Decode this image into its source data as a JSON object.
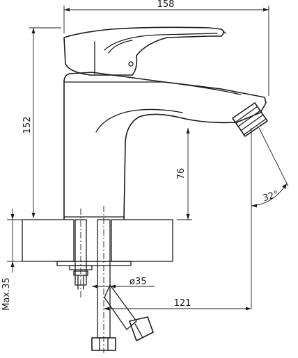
{
  "dimensions": {
    "overall_length": "158",
    "overall_height": "152",
    "spout_height": "76",
    "spout_angle": "32°",
    "hole_diameter": "ø35",
    "spout_reach": "121",
    "max_thickness": "Max.35"
  }
}
